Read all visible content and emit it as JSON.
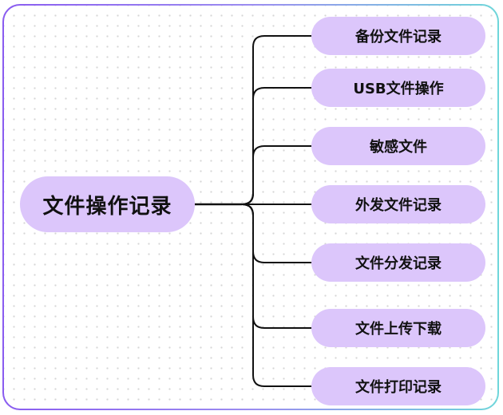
{
  "mindmap": {
    "root": {
      "label": "文件操作记录"
    },
    "children": [
      {
        "label": "备份文件记录"
      },
      {
        "label": "USB文件操作"
      },
      {
        "label": "敏感文件"
      },
      {
        "label": "外发文件记录"
      },
      {
        "label": "文件分发记录"
      },
      {
        "label": "文件上传下载"
      },
      {
        "label": "文件打印记录"
      }
    ]
  },
  "colors": {
    "node_fill": "#dcc6fb",
    "link_stroke": "#111111",
    "frame_gradient_start": "#8a5cf0",
    "frame_gradient_end": "#6fd6da"
  }
}
